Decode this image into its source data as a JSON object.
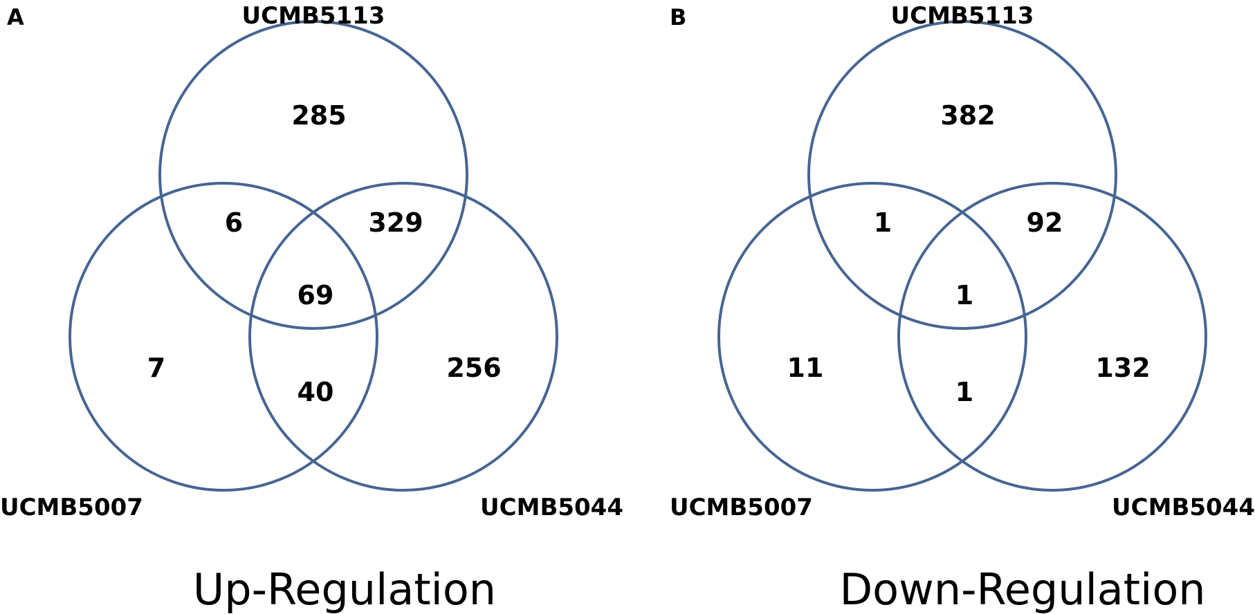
{
  "style": {
    "circle_color": "#466591",
    "text_color": "#000000"
  },
  "panels": [
    {
      "letter": "A",
      "caption": "Up-Regulation",
      "sets": {
        "top": "UCMB5113",
        "left": "UCMB5007",
        "right": "UCMB5044"
      },
      "regions": {
        "top_only": "285",
        "left_only": "7",
        "right_only": "256",
        "top_left": "6",
        "top_right": "329",
        "left_right": "40",
        "all_three": "69"
      }
    },
    {
      "letter": "B",
      "caption": "Down-Regulation",
      "sets": {
        "top": "UCMB5113",
        "left": "UCMB5007",
        "right": "UCMB5044"
      },
      "regions": {
        "top_only": "382",
        "left_only": "11",
        "right_only": "132",
        "top_left": "1",
        "top_right": "92",
        "left_right": "1",
        "all_three": "1"
      }
    }
  ]
}
